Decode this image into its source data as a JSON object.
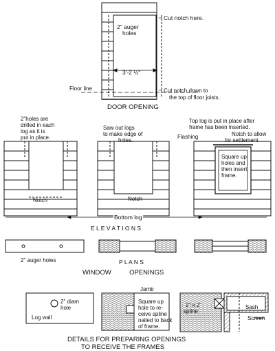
{
  "door": {
    "cut_notch_here": "Cut notch here.",
    "auger_holes_1": "2\" auger",
    "auger_holes_2": "holes",
    "dimension": "3'-2 ½\"",
    "floor_line": "Floor line",
    "cut_notch_down_1": "Cut notch down to",
    "cut_notch_down_2": "the top of floor joists.",
    "title": "DOOR OPENING"
  },
  "window": {
    "holes_drilled_1": "2\"holes are",
    "holes_drilled_2": "drilled in each",
    "holes_drilled_3": "log as it is",
    "holes_drilled_4": "put in place.",
    "saw_out_1": "Saw out logs",
    "saw_out_2": "to make edge of",
    "saw_out_3": "holes.",
    "top_log_1": "Top log is put in place after",
    "top_log_2": "frame has been inserted.",
    "flashing": "Flashing",
    "notch_allow_1": "Notch to allow",
    "notch_allow_2": "for settlement",
    "square_up_1": "Square up",
    "square_up_2": "holes and",
    "square_up_3": "then insert",
    "square_up_4": "frame.",
    "notch_left": "Notch",
    "notch_mid": "Notch",
    "bottom_log": "Bottom log",
    "elevations": "E L E V A T I O N S",
    "plans": "P L A N S",
    "auger_holes_plan": "2\" auger holes",
    "title": "WINDOW          OPENINGS"
  },
  "details": {
    "diam_hole_1": "2\" diam",
    "diam_hole_2": "hole",
    "log_wall": "Log wall",
    "jamb": "Jamb",
    "square_spline_1": "Square up",
    "square_spline_2": "hole to re-",
    "square_spline_3": "ceive spline",
    "square_spline_4": "nailed to back",
    "square_spline_5": "of frame.",
    "spline_1": "2\" x 2\"",
    "spline_2": "spline",
    "sash": "Sash",
    "screen": "Screen",
    "title_1": "DETAILS FOR PREPARING OPENINGS",
    "title_2": "TO RECEIVE THE FRAMES"
  }
}
